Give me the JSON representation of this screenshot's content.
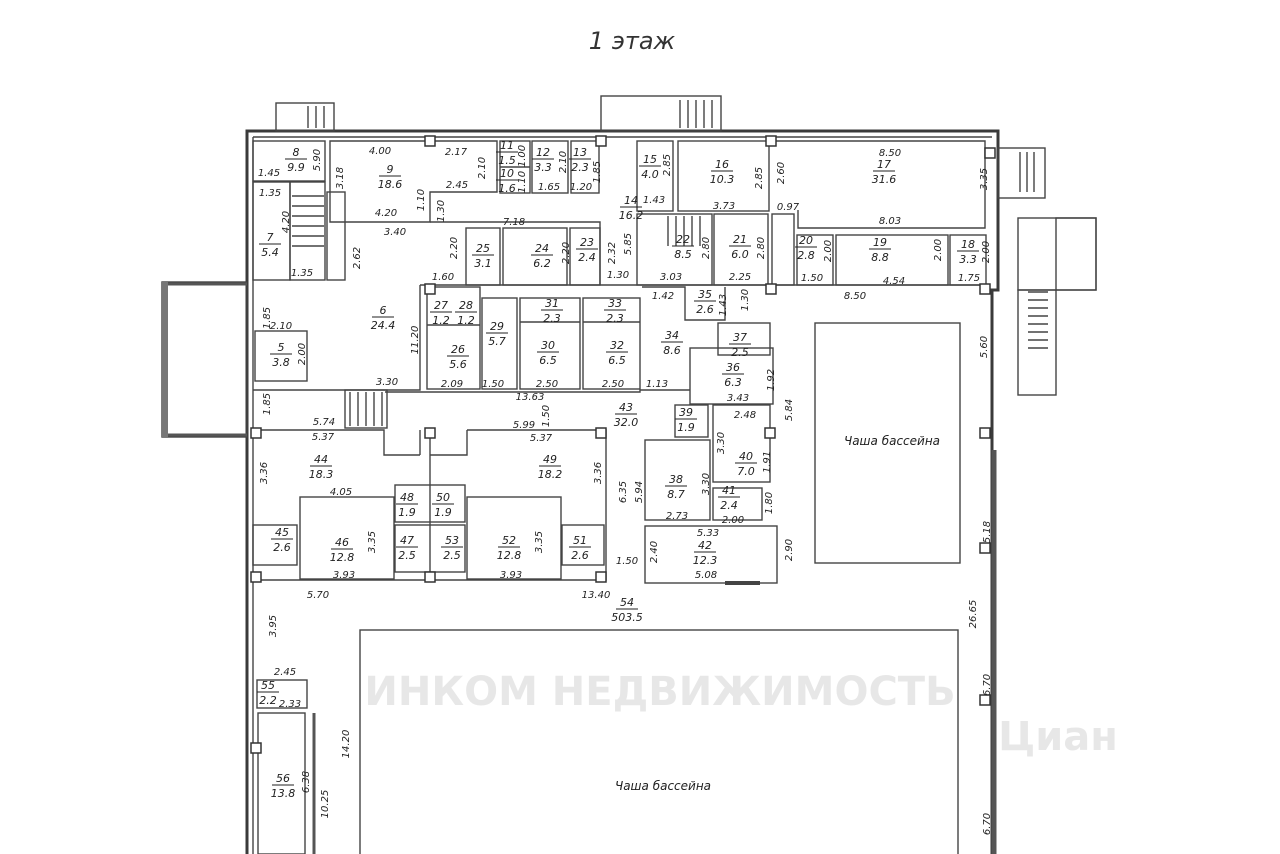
{
  "title": "1 этаж",
  "pool_labels": {
    "small": "Чаша бассейна",
    "large": "Чаша бассейна"
  },
  "watermarks": {
    "agency": "ИНКОМ НЕДВИЖИМОСТЬ",
    "site": "Циан"
  },
  "rooms": [
    {
      "num": "5",
      "area": "3.8"
    },
    {
      "num": "6",
      "area": "24.4"
    },
    {
      "num": "7",
      "area": "5.4"
    },
    {
      "num": "8",
      "area": "9.9"
    },
    {
      "num": "9",
      "area": "18.6"
    },
    {
      "num": "10",
      "area": "1.6"
    },
    {
      "num": "11",
      "area": "1.5"
    },
    {
      "num": "12",
      "area": "3.3"
    },
    {
      "num": "13",
      "area": "2.3"
    },
    {
      "num": "14",
      "area": "16.2"
    },
    {
      "num": "15",
      "area": "4.0"
    },
    {
      "num": "16",
      "area": "10.3"
    },
    {
      "num": "17",
      "area": "31.6"
    },
    {
      "num": "18",
      "area": "3.3"
    },
    {
      "num": "19",
      "area": "8.8"
    },
    {
      "num": "20",
      "area": "2.8"
    },
    {
      "num": "21",
      "area": "6.0"
    },
    {
      "num": "22",
      "area": "8.5"
    },
    {
      "num": "23",
      "area": "2.4"
    },
    {
      "num": "24",
      "area": "6.2"
    },
    {
      "num": "25",
      "area": "3.1"
    },
    {
      "num": "26",
      "area": "5.6"
    },
    {
      "num": "27",
      "area": "1.2"
    },
    {
      "num": "28",
      "area": "1.2"
    },
    {
      "num": "29",
      "area": "5.7"
    },
    {
      "num": "30",
      "area": "6.5"
    },
    {
      "num": "31",
      "area": "2.3"
    },
    {
      "num": "32",
      "area": "6.5"
    },
    {
      "num": "33",
      "area": "2.3"
    },
    {
      "num": "34",
      "area": "8.6"
    },
    {
      "num": "35",
      "area": "2.6"
    },
    {
      "num": "36",
      "area": "6.3"
    },
    {
      "num": "37",
      "area": "2.5"
    },
    {
      "num": "38",
      "area": "8.7"
    },
    {
      "num": "39",
      "area": "1.9"
    },
    {
      "num": "40",
      "area": "7.0"
    },
    {
      "num": "41",
      "area": "2.4"
    },
    {
      "num": "42",
      "area": "12.3"
    },
    {
      "num": "43",
      "area": "32.0"
    },
    {
      "num": "44",
      "area": "18.3"
    },
    {
      "num": "45",
      "area": "2.6"
    },
    {
      "num": "46",
      "area": "12.8"
    },
    {
      "num": "47",
      "area": "2.5"
    },
    {
      "num": "48",
      "area": "1.9"
    },
    {
      "num": "49",
      "area": "18.2"
    },
    {
      "num": "50",
      "area": "1.9"
    },
    {
      "num": "51",
      "area": "2.6"
    },
    {
      "num": "52",
      "area": "12.8"
    },
    {
      "num": "53",
      "area": "2.5"
    },
    {
      "num": "54",
      "area": "503.5"
    },
    {
      "num": "55",
      "area": "2.2"
    },
    {
      "num": "56",
      "area": "13.8"
    }
  ],
  "dimensions": [
    "4.00",
    "2.17",
    "5.90",
    "1.45",
    "3.18",
    "2.10",
    "1.00",
    "1.10",
    "2.10",
    "1.65",
    "1.20",
    "1.85",
    "2.45",
    "1.35",
    "4.20",
    "4.20",
    "1.10",
    "1.30",
    "3.40",
    "7.18",
    "5.85",
    "2.85",
    "1.43",
    "2.85",
    "3.73",
    "2.60",
    "8.50",
    "3.35",
    "0.97",
    "8.03",
    "2.62",
    "2.20",
    "2.20",
    "2.32",
    "2.80",
    "2.80",
    "2.00",
    "2.00",
    "2.00",
    "1.35",
    "1.60",
    "1.30",
    "3.03",
    "2.25",
    "1.50",
    "4.54",
    "1.75",
    "8.50",
    "1.85",
    "2.10",
    "2.00",
    "11.20",
    "1.42",
    "1.43",
    "1.30",
    "5.60",
    "3.30",
    "1.85",
    "5.74",
    "2.09",
    "1.50",
    "2.50",
    "2.50",
    "13.63",
    "1.50",
    "1.13",
    "3.43",
    "2.48",
    "1.92",
    "5.84",
    "5.99",
    "5.37",
    "5.37",
    "3.36",
    "3.36",
    "4.05",
    "6.35",
    "5.94",
    "3.35",
    "3.35",
    "3.93",
    "3.93",
    "5.70",
    "13.40",
    "1.50",
    "5.33",
    "2.73",
    "2.40",
    "5.08",
    "2.90",
    "3.95",
    "26.65",
    "5.18",
    "6.70",
    "6.70",
    "2.45",
    "14.20",
    "6.38",
    "10.25",
    "2.33",
    "3.30",
    "3.30",
    "1.91",
    "2.00",
    "1.80"
  ]
}
